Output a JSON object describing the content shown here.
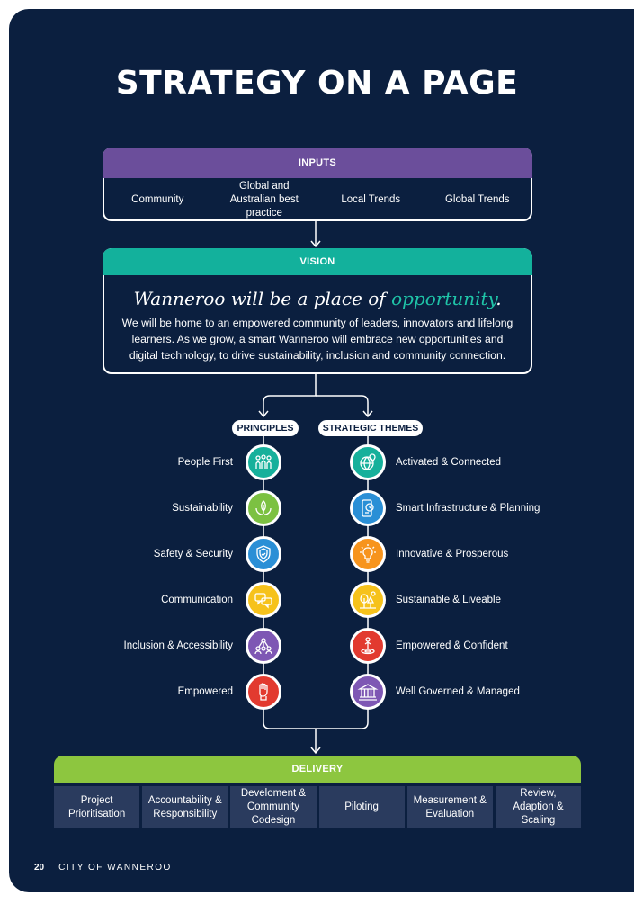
{
  "title": "STRATEGY ON A PAGE",
  "inputs": {
    "heading": "INPUTS",
    "items": [
      "Community",
      "Global and Australian best practice",
      "Local Trends",
      "Global Trends"
    ]
  },
  "vision": {
    "heading": "VISION",
    "tagline_start": "Wanneroo will be a place of ",
    "tagline_highlight": "opportunity",
    "tagline_end": ".",
    "body": "We will be home to an empowered community of leaders, innovators and lifelong learners. As we grow, a smart Wanneroo will embrace new opportunities and digital technology, to drive sustainability, inclusion and community connection."
  },
  "principles": {
    "heading": "PRINCIPLES",
    "items": [
      {
        "label": "People First",
        "color": "#16b09b",
        "icon": "people-icon"
      },
      {
        "label": "Sustainability",
        "color": "#7cc142",
        "icon": "leaf-hands-icon"
      },
      {
        "label": "Safety & Security",
        "color": "#2a8fd6",
        "icon": "shield-icon"
      },
      {
        "label": "Communication",
        "color": "#f6c21b",
        "icon": "speech-bubbles-icon"
      },
      {
        "label": "Inclusion & Accessibility",
        "color": "#7e57b4",
        "icon": "network-people-icon"
      },
      {
        "label": "Empowered",
        "color": "#e23a2f",
        "icon": "raised-fist-icon"
      }
    ]
  },
  "themes": {
    "heading": "STRATEGIC THEMES",
    "items": [
      {
        "label": "Activated & Connected",
        "color": "#16b09b",
        "icon": "globe-pin-icon"
      },
      {
        "label": "Smart Infrastructure & Planning",
        "color": "#2a8fd6",
        "icon": "smart-device-icon"
      },
      {
        "label": "Innovative & Prosperous",
        "color": "#f7941d",
        "icon": "lightbulb-icon"
      },
      {
        "label": "Sustainable & Liveable",
        "color": "#f6c21b",
        "icon": "trees-icon"
      },
      {
        "label": "Empowered & Confident",
        "color": "#e23a2f",
        "icon": "person-pin-icon"
      },
      {
        "label": "Well Governed & Managed",
        "color": "#7e57b4",
        "icon": "civic-building-icon"
      }
    ]
  },
  "delivery": {
    "heading": "DELIVERY",
    "items": [
      "Project Prioritisation",
      "Accountability & Responsibility",
      "Develoment & Community Codesign",
      "Piloting",
      "Measurement & Evaluation",
      "Review, Adaption & Scaling"
    ]
  },
  "footer": {
    "page_number": "20",
    "org": "CITY OF WANNEROO"
  }
}
